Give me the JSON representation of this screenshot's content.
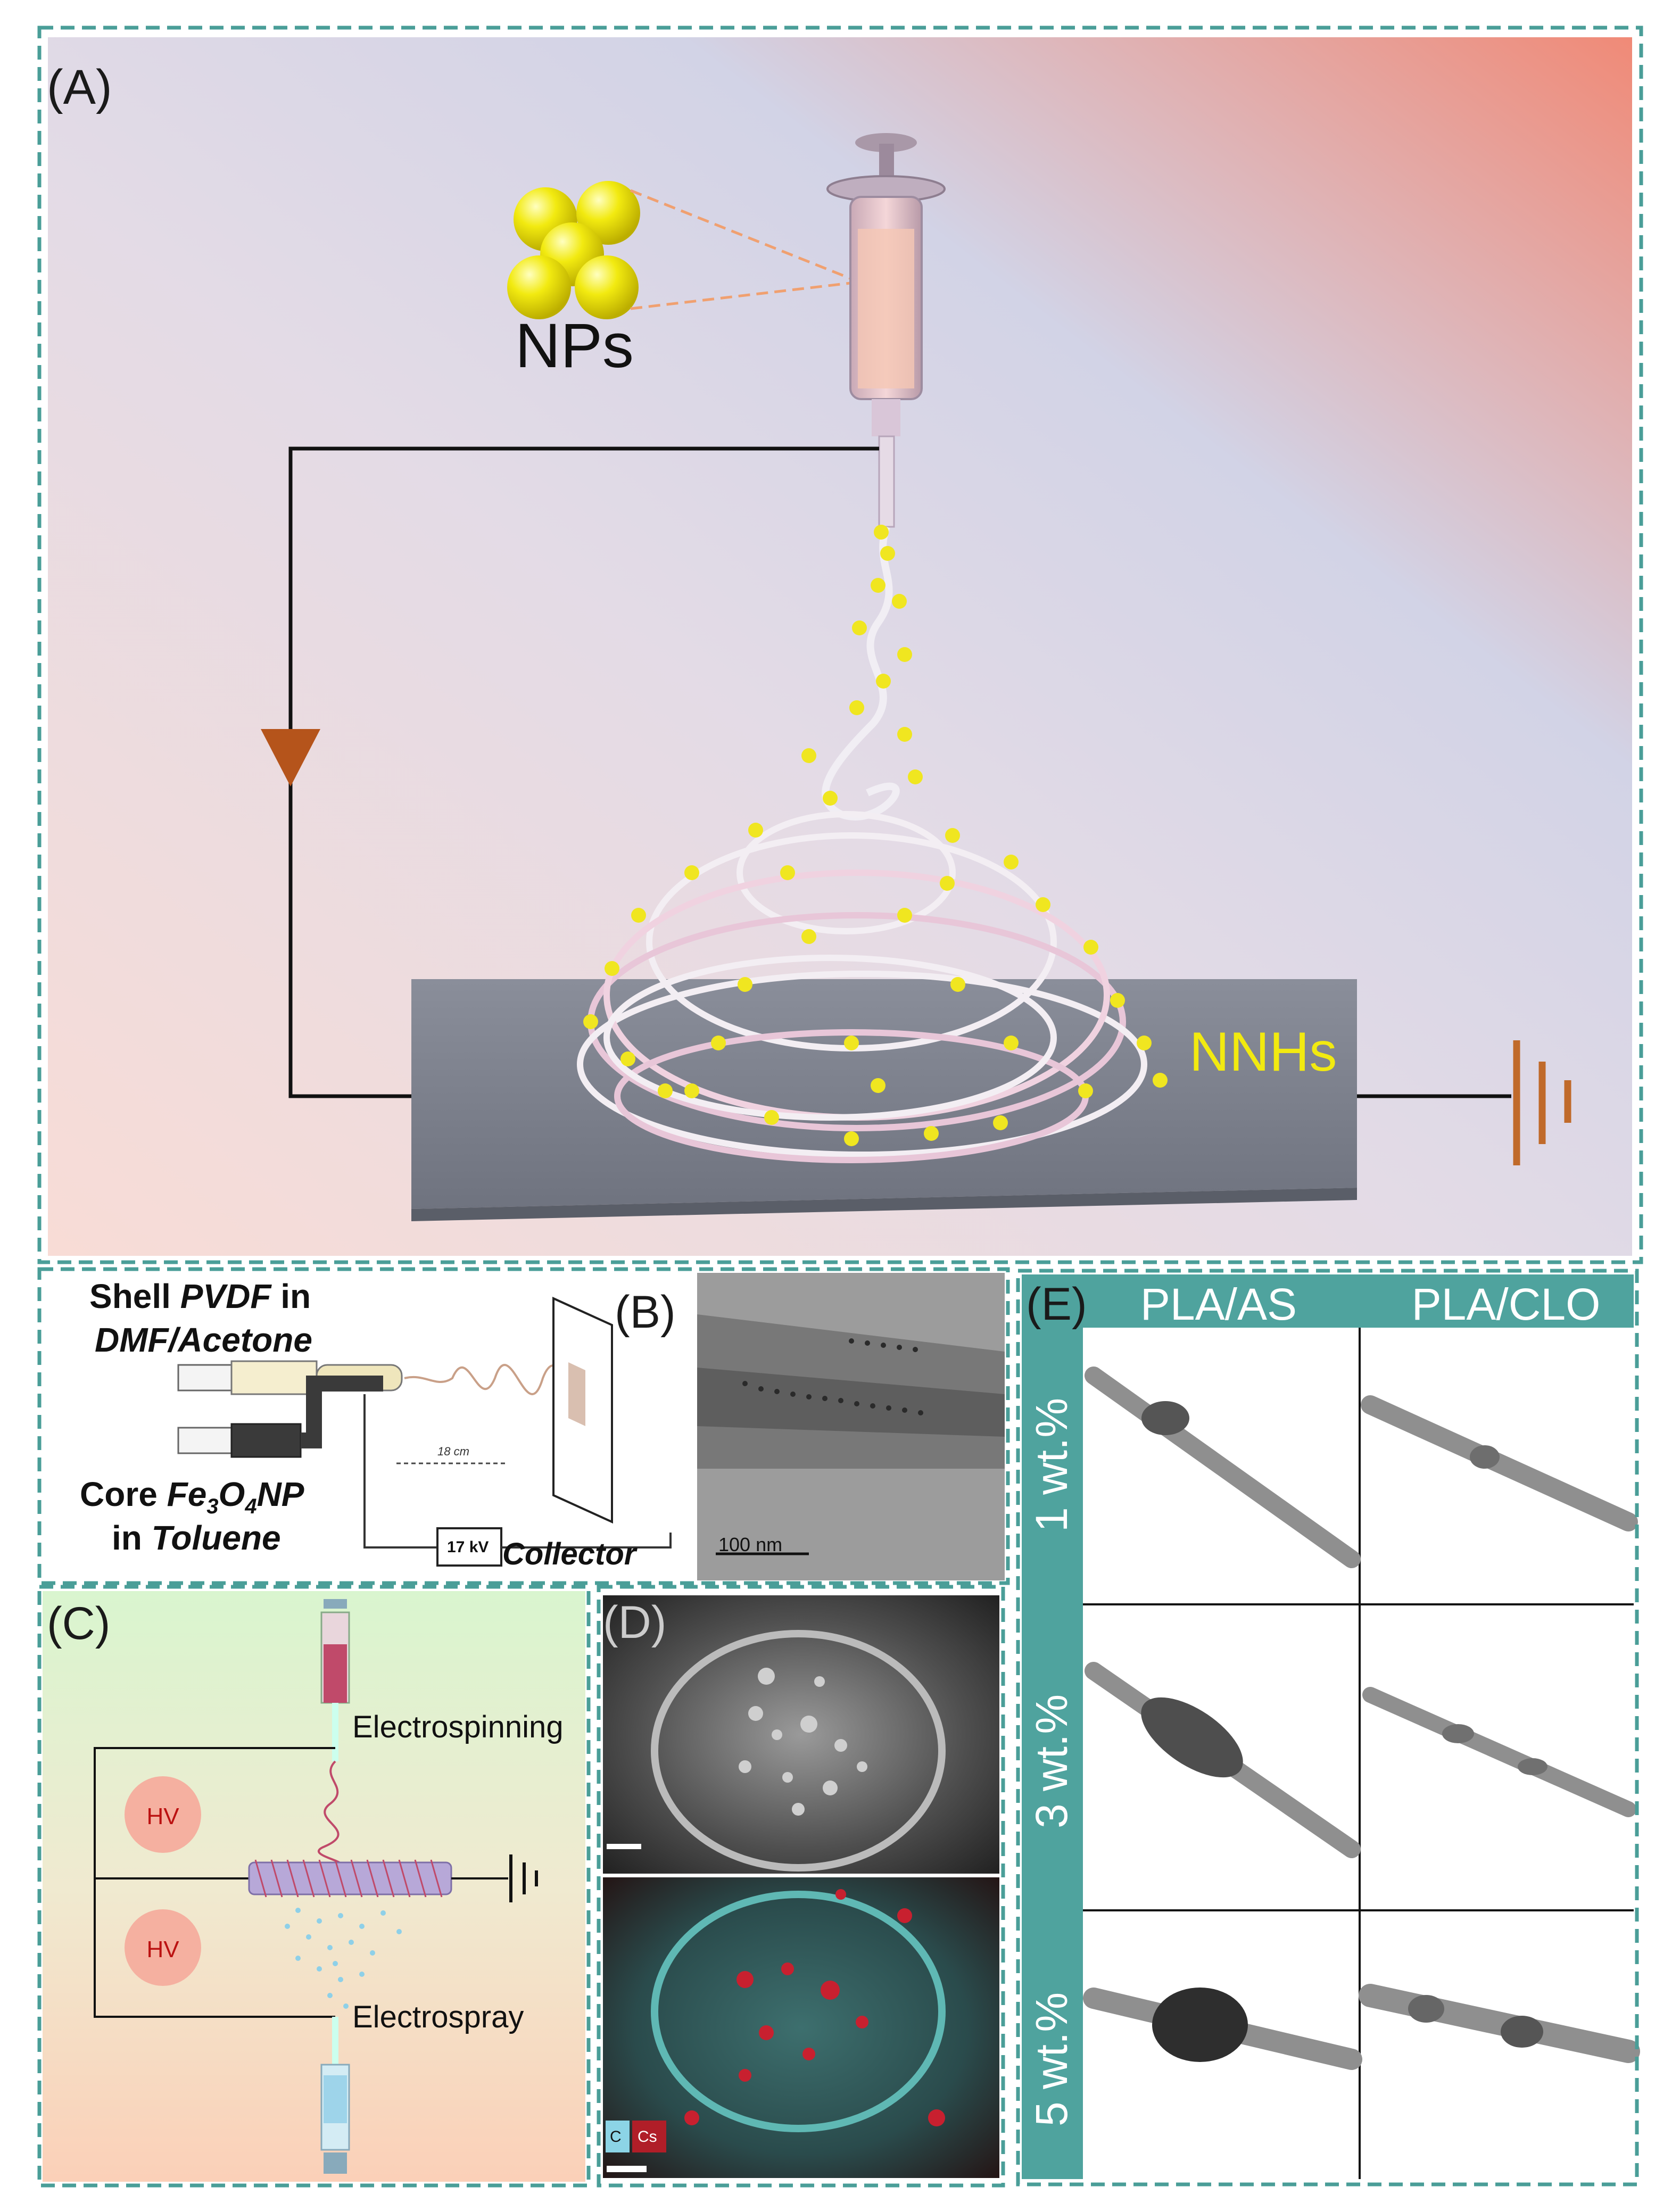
{
  "panel_a": {
    "label": "(A)",
    "nps_label": "NPs",
    "nnhs_label": "NNHs"
  },
  "panel_b": {
    "label": "(B)",
    "shell_line1_a": "Shell ",
    "shell_line1_b": "PVDF",
    "shell_line1_c": " in",
    "shell_line2": "DMF/Acetone",
    "core_line1_a": "Core ",
    "core_line1_b": "Fe",
    "core_line1_sub1": "3",
    "core_line1_c": "O",
    "core_line1_sub2": "4",
    "core_line1_d": "NP",
    "core_line2_a": "in ",
    "core_line2_b": "Toluene",
    "distance": "18 cm",
    "voltage": "17 kV",
    "collector": "Collector",
    "scale_bar": "100  nm"
  },
  "panel_c": {
    "label": "(C)",
    "electrospinning": "Electrospinning",
    "electrospray": "Electrospray",
    "hv_top": "HV",
    "hv_bottom": "HV"
  },
  "panel_d": {
    "label": "(D)",
    "legend_c": "C",
    "legend_cs": "Cs"
  },
  "panel_e": {
    "label": "(E)",
    "columns": [
      "PLA/AS",
      "PLA/CLO"
    ],
    "rows": [
      "1 wt.%",
      "3 wt.%",
      "5 wt.%"
    ]
  },
  "colors": {
    "frame": "#4a9e98",
    "teal": "#4fa39e",
    "yellow": "#f2e81c",
    "arrow": "#b5541b",
    "ground": "#c06a2a"
  }
}
